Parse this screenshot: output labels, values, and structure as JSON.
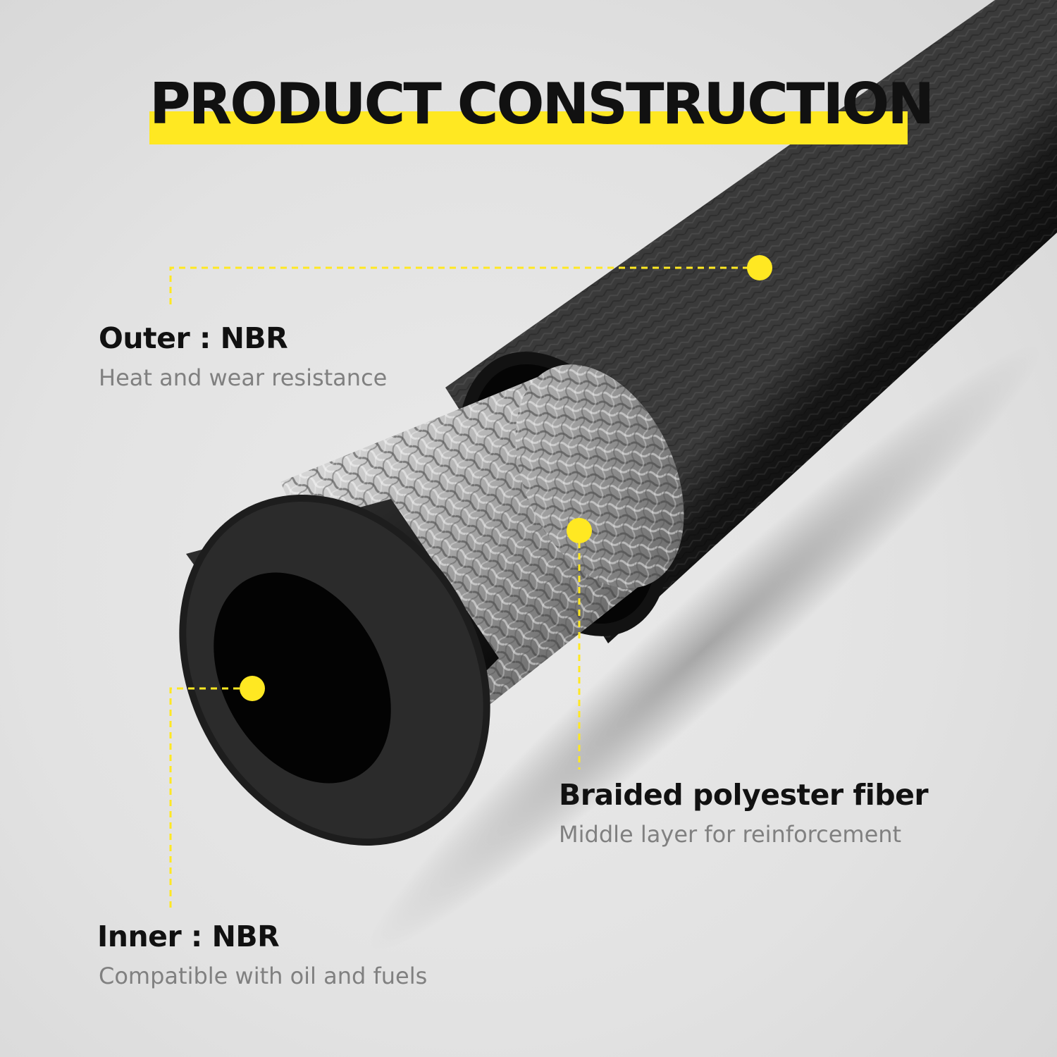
{
  "title": "PRODUCT CONSTRUCTION",
  "colors": {
    "accent": "#ffe822",
    "background": "#e4e4e4",
    "hose": "#141414",
    "braid": "#9a9a9a",
    "label_text": "#111111",
    "description_text": "#808080"
  },
  "callouts": {
    "outer": {
      "label": "Outer : NBR",
      "description": "Heat and wear resistance"
    },
    "middle": {
      "label": "Braided polyester fiber",
      "description": "Middle layer for reinforcement"
    },
    "inner": {
      "label": "Inner : NBR",
      "description": "Compatible with oil and fuels"
    }
  }
}
